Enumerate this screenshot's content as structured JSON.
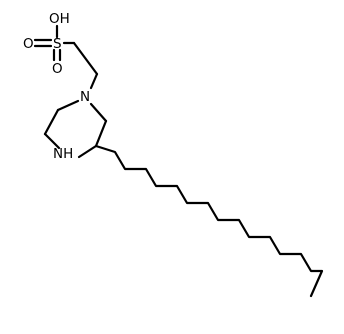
{
  "molecule": {
    "atoms": {
      "hydroxyl": "OH",
      "sulfur": "S",
      "oxygen_1": "O",
      "oxygen_2": "O",
      "ring_nitrogen": "N",
      "amine": "NH"
    }
  }
}
